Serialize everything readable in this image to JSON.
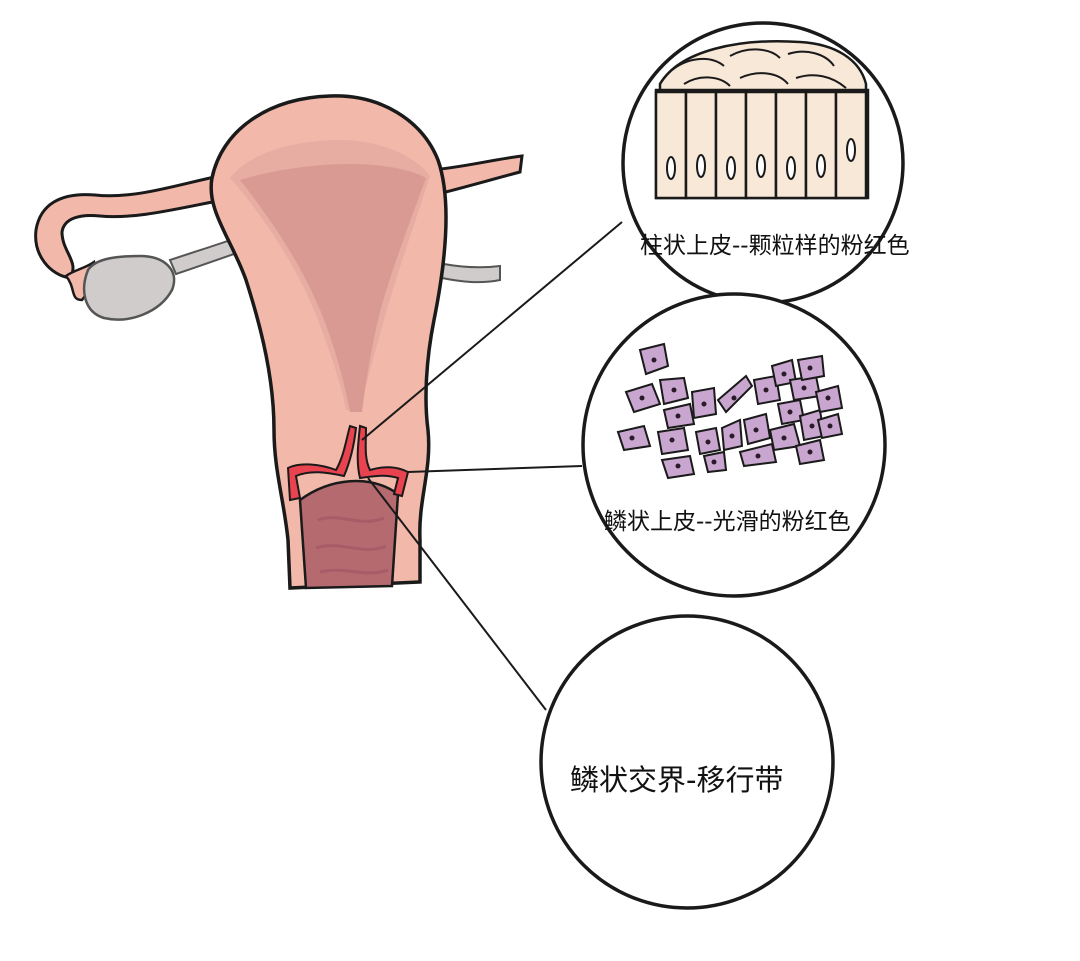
{
  "labels": {
    "columnar_epithelium": "柱状上皮--颗粒样的粉红色",
    "squamous_epithelium": "鳞状上皮--光滑的粉红色",
    "squamocolumnar_junction": "鳞状交界-移行带"
  },
  "colors": {
    "uterus_fill": "#f2b9aa",
    "cavity_fill": "#d99a94",
    "canal_fill": "#b56a70",
    "junction_red": "#e8434f",
    "ovary_gray": "#cfcccb",
    "squamous_cell": "#c9a6cf",
    "outline": "#1a1a1a"
  },
  "icons": {
    "columnar_cells": "columnar-epithelium-illustration",
    "squamous_cells": "squamous-epithelium-illustration"
  }
}
